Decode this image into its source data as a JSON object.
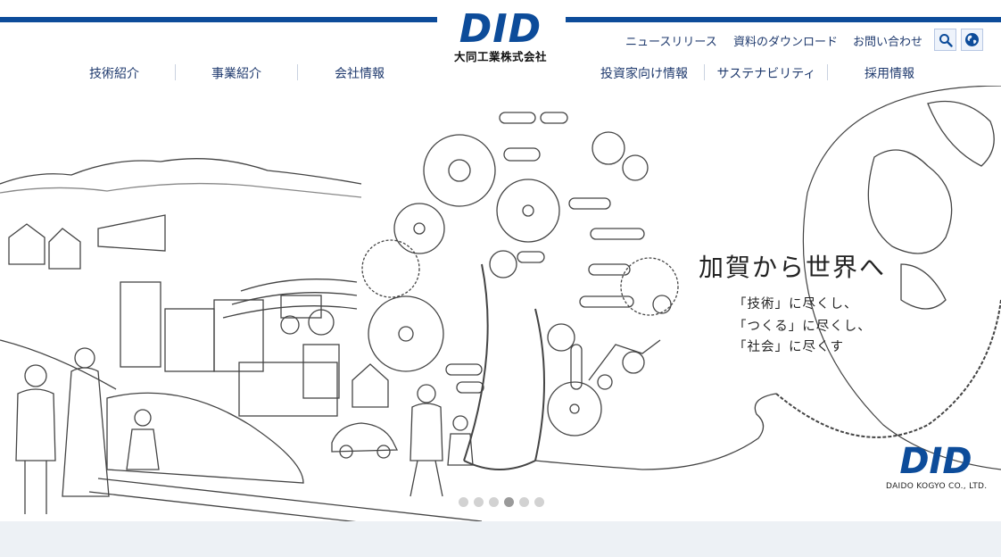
{
  "header": {
    "logo_mark": "DID",
    "company_name": "大同工業株式会社",
    "utility_links": {
      "news": "ニュースリリース",
      "documents": "資料のダウンロード",
      "contact": "お問い合わせ"
    },
    "icons": {
      "search": "search-icon",
      "globe": "globe-icon"
    },
    "nav": {
      "technology": "技術紹介",
      "business": "事業紹介",
      "company": "会社情報",
      "investors": "投資家向け情報",
      "sustainability": "サステナビリティ",
      "recruit": "採用情報"
    }
  },
  "hero": {
    "tagline": "加賀から世界へ",
    "sub_lines": [
      "「技術」に尽くし、",
      "「つくる」に尽くし、",
      "「社会」に尽くす"
    ],
    "brand_mark": "DID",
    "brand_english": "DAIDO KOGYO CO., LTD.",
    "slider": {
      "total": 6,
      "active_index": 3
    }
  },
  "colors": {
    "brand_blue": "#0d4c9a",
    "nav_text": "#1f3a6e",
    "footer_band": "#edf1f5"
  }
}
